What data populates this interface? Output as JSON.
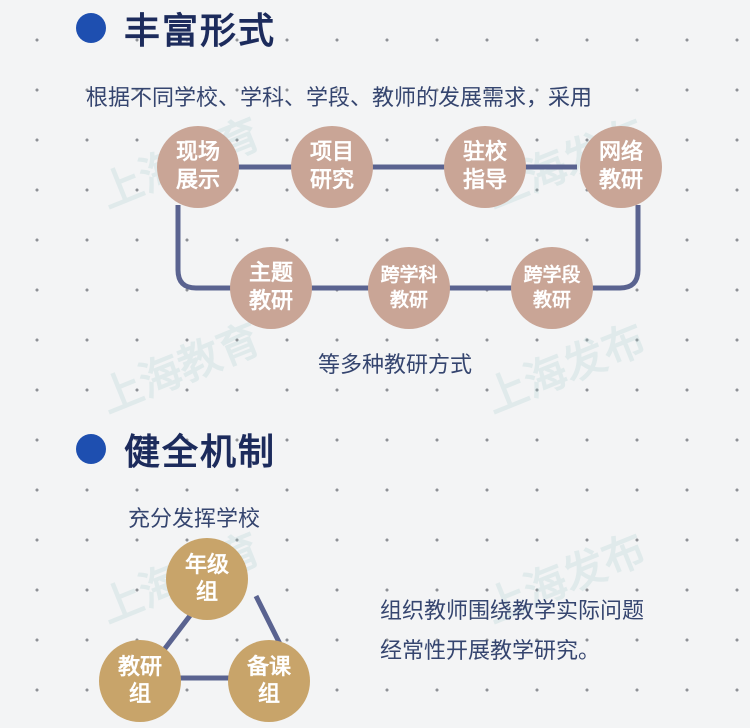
{
  "watermarks": [
    "上海教育",
    "上海发布"
  ],
  "section1": {
    "title": "丰富形式",
    "intro": "根据不同学校、学科、学段、教师的发展需求，采用",
    "nodes": [
      {
        "line1": "现场",
        "line2": "展示"
      },
      {
        "line1": "项目",
        "line2": "研究"
      },
      {
        "line1": "驻校",
        "line2": "指导"
      },
      {
        "line1": "网络",
        "line2": "教研"
      },
      {
        "line1": "主题",
        "line2": "教研"
      },
      {
        "line1": "跨学科",
        "line2": "教研"
      },
      {
        "line1": "跨学段",
        "line2": "教研"
      }
    ],
    "footer": "等多种教研方式"
  },
  "section2": {
    "title": "健全机制",
    "intro": "充分发挥学校",
    "groups": [
      {
        "line1": "年级",
        "line2": "组"
      },
      {
        "line1": "教研",
        "line2": "组"
      },
      {
        "line1": "备课",
        "line2": "组"
      }
    ],
    "desc_line1": "组织教师围绕教学实际问题",
    "desc_line2": "经常性开展教学研究。"
  },
  "colors": {
    "accent_dot": "#1e4fb0",
    "title": "#1c2b5c",
    "node_fill": "#c9a596",
    "group_fill": "#c8a46a",
    "connector": "#5a6390"
  }
}
